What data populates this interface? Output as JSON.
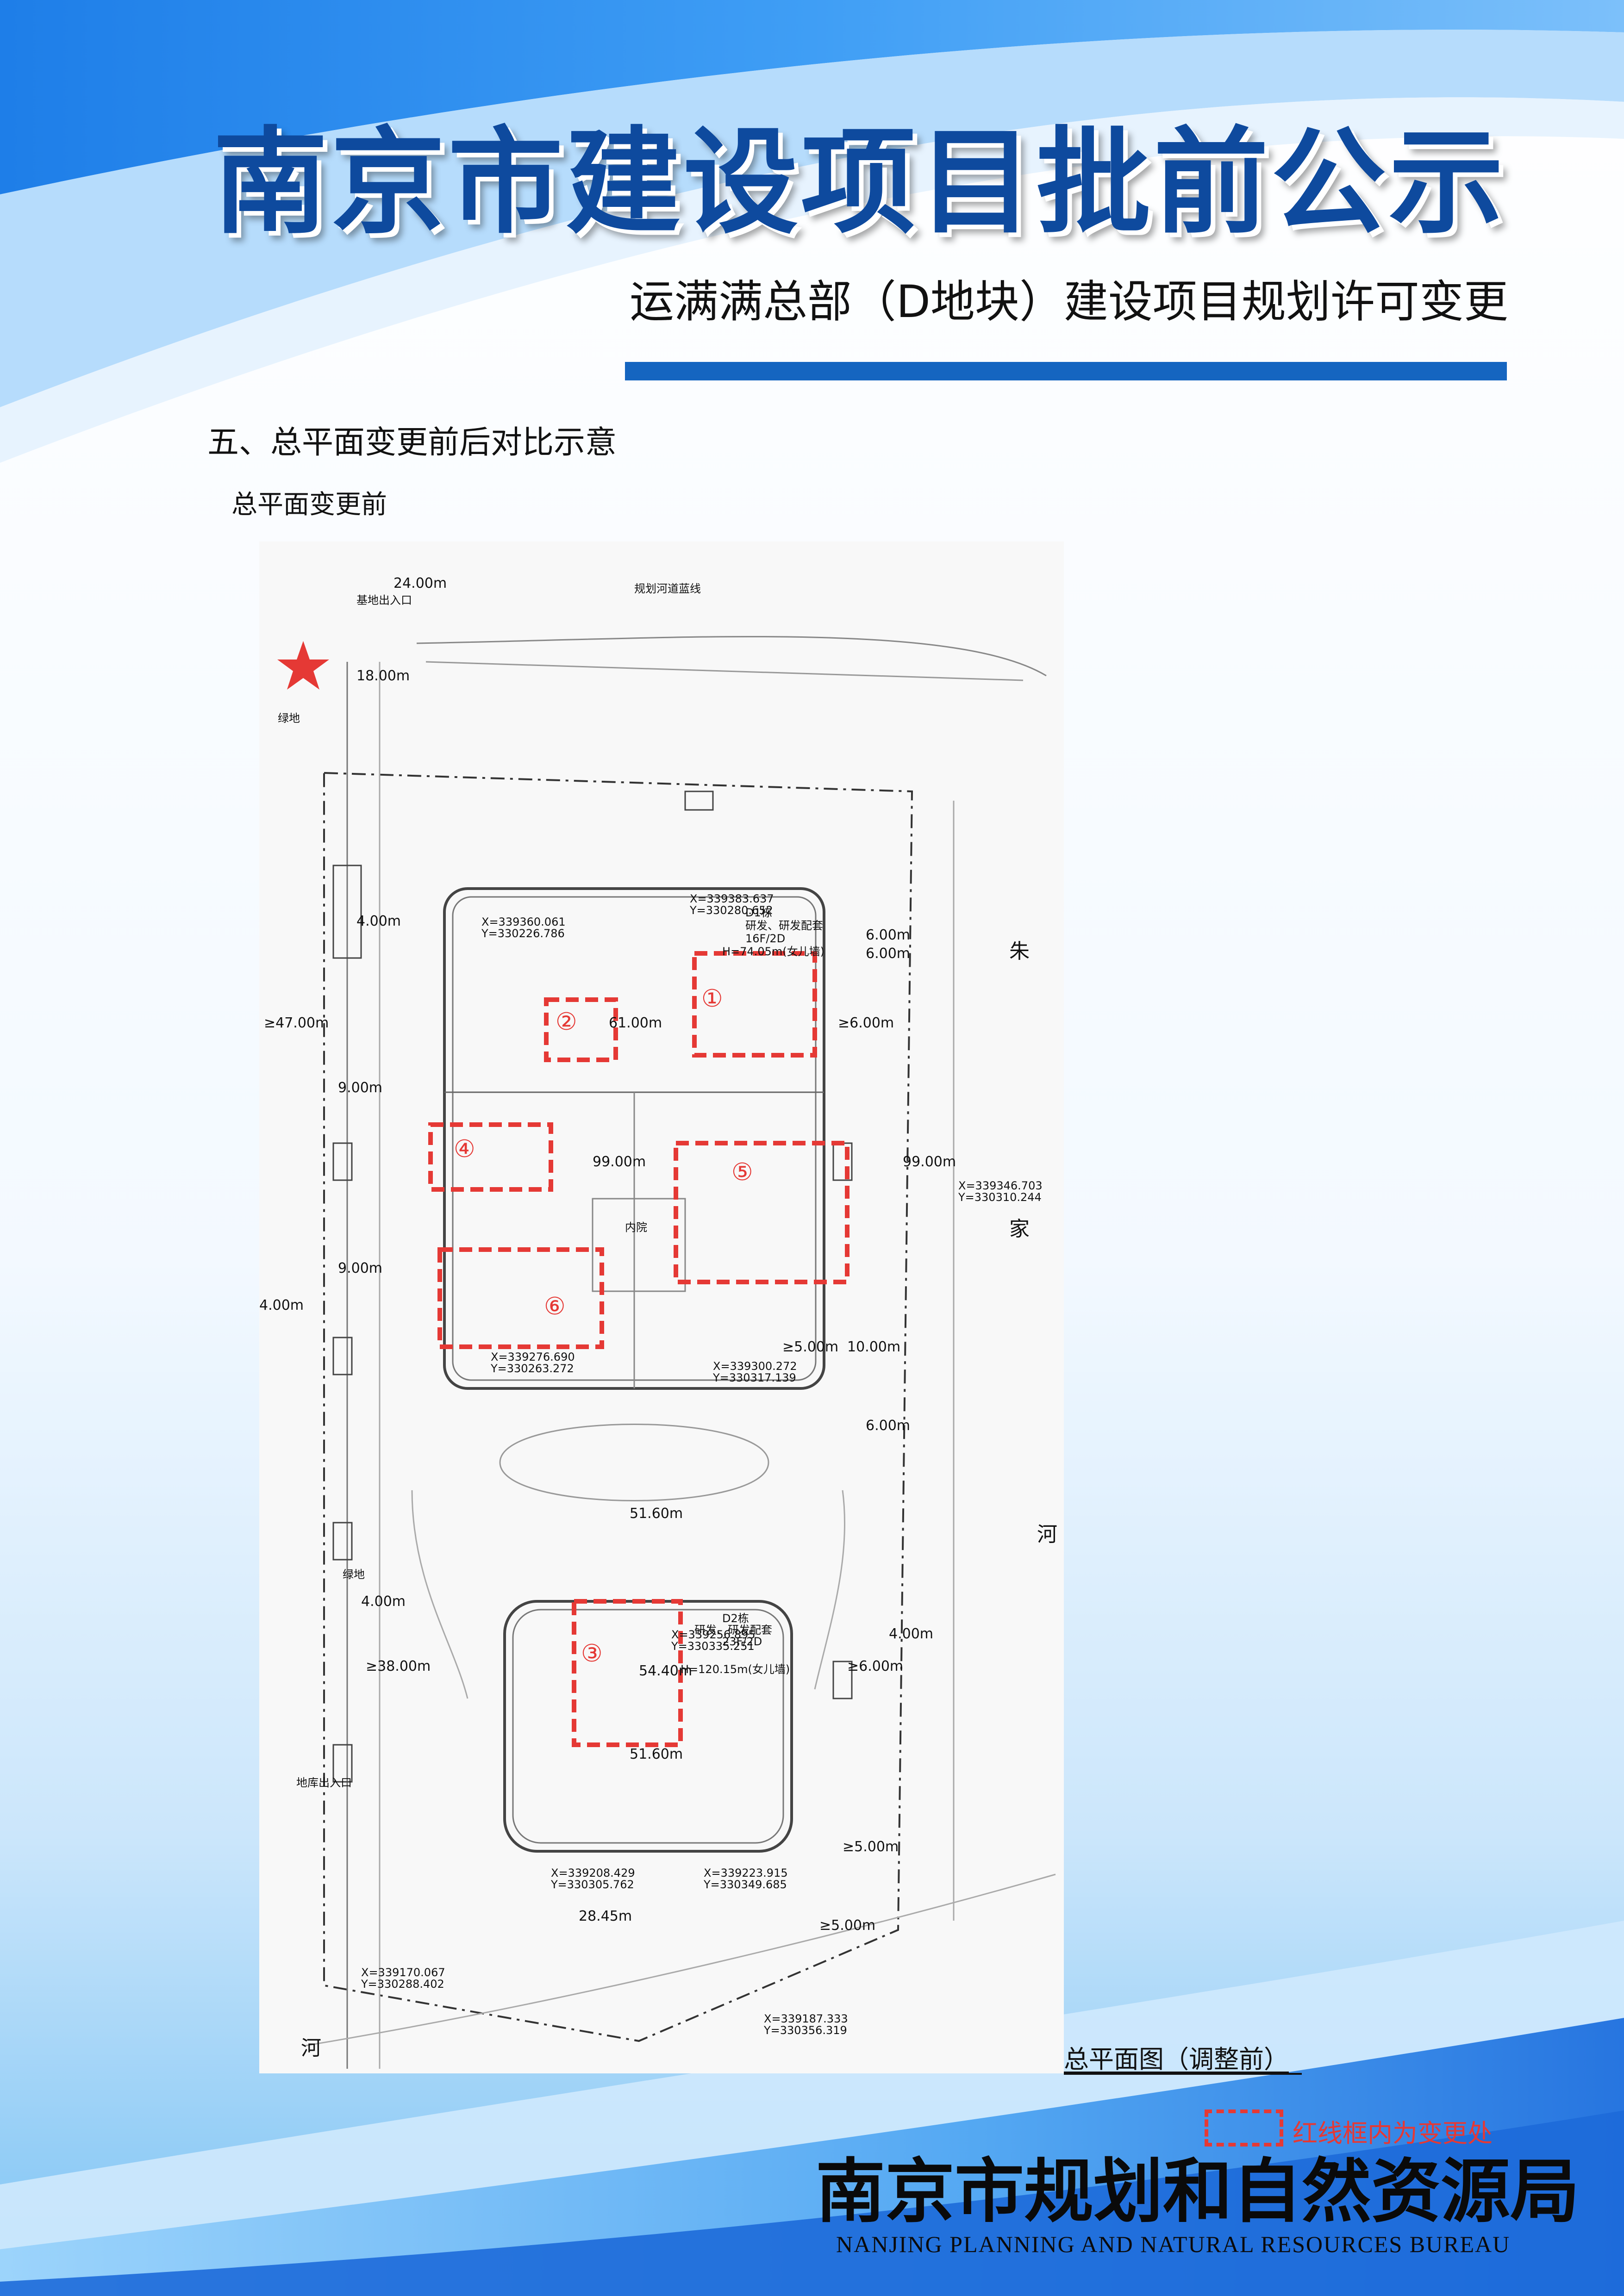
{
  "header": {
    "title": "南京市建设项目批前公示",
    "subtitle": "运满满总部（D地块）建设项目规划许可变更"
  },
  "section": {
    "heading": "五、总平面变更前后对比示意",
    "plan_label": "总平面变更前"
  },
  "drawing": {
    "dims": {
      "d1": "24.00m",
      "d2": "18.00m",
      "d3": "4.00m",
      "d4": "≥47.00m",
      "d5": "9.00m",
      "d6": "9.00m",
      "d7": "4.00m",
      "d8": "61.00m",
      "d9": "99.00m",
      "d10": "99.00m",
      "d11": "≥6.00m",
      "d12": "6.00m",
      "d13": "6.00m",
      "d14": "≥5.00m",
      "d15": "10.00m",
      "d16": "6.00m",
      "d17": "51.60m",
      "d18": "54.40m",
      "d19": "51.60m",
      "d20": "≥38.00m",
      "d21": "4.00m",
      "d22": "≥6.00m",
      "d23": "4.00m",
      "d24": "≥5.00m",
      "d25": "28.45m",
      "d26": "≥5.00m"
    },
    "place_names": {
      "p1": "朱",
      "p2": "家",
      "p3": "河",
      "p4": "河"
    },
    "buildings": {
      "d1_name": "D1栋",
      "d1_use": "研发、研发配套",
      "d1_floors": "16F/2D",
      "d1_height": "H=74.05m(女儿墙)",
      "d2_name": "D2栋",
      "d2_use": "研发、研发配套",
      "d2_floors": "23F/2D",
      "d2_height": "H=120.15m(女儿墙)"
    },
    "labels": {
      "entrance": "基地出入口",
      "courtyard": "内院",
      "garage_entrance": "地库出入口",
      "green1": "绿地",
      "green2": "绿地",
      "river_line": "规划河道蓝线"
    },
    "coords": {
      "c1": "X=339360.061",
      "c1y": "Y=330226.786",
      "c2": "X=339383.637",
      "c2y": "Y=330280.652",
      "c3": "X=339300.272",
      "c3y": "Y=330317.139",
      "c4": "X=339276.690",
      "c4y": "Y=330263.272",
      "c5": "X=339346.703",
      "c5y": "Y=330310.244",
      "c6": "X=339256.895",
      "c6y": "Y=330335.251",
      "c7": "X=339208.429",
      "c7y": "Y=330305.762",
      "c8": "X=339223.915",
      "c8y": "Y=330349.685",
      "c9": "X=339170.067",
      "c9y": "Y=330288.402",
      "c10": "X=339187.333",
      "c10y": "Y=330356.319"
    },
    "markers": {
      "m1": "①",
      "m2": "②",
      "m3": "③",
      "m4": "④",
      "m5": "⑤",
      "m6": "⑥"
    }
  },
  "caption": "总平面图（调整前）",
  "legend": {
    "text": "红线框内为变更处"
  },
  "footer": {
    "org_cn": "南京市规划和自然资源局",
    "org_en": "NANJING PLANNING AND NATURAL RESOURCES BUREAU"
  },
  "colors": {
    "primary_blue": "#1565c0",
    "title_blue": "#0e4a9e",
    "change_red": "#e53935",
    "light_blue": "#bfe3ff"
  }
}
